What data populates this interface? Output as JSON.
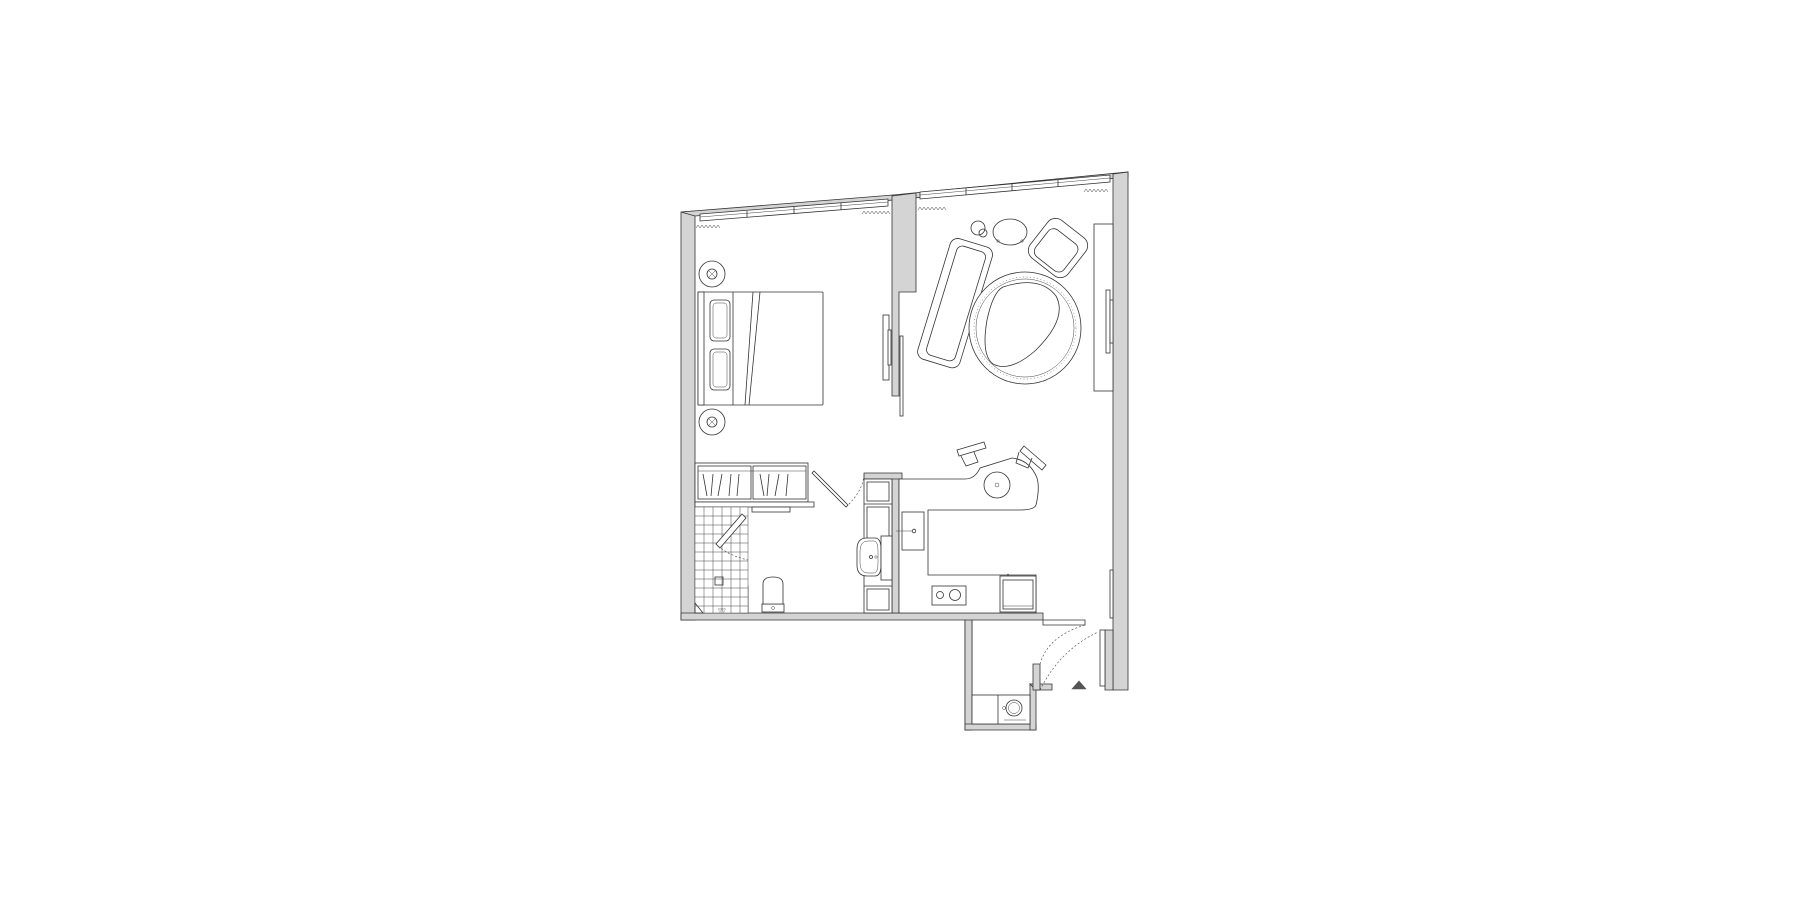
{
  "colors": {
    "background": "#ffffff",
    "wall_fill": "#d4d4d4",
    "line": "#333333",
    "entrance_marker": "#555555"
  },
  "rooms": [
    "bedroom",
    "living-room",
    "bathroom",
    "hallway",
    "kitchen",
    "utility-room"
  ]
}
